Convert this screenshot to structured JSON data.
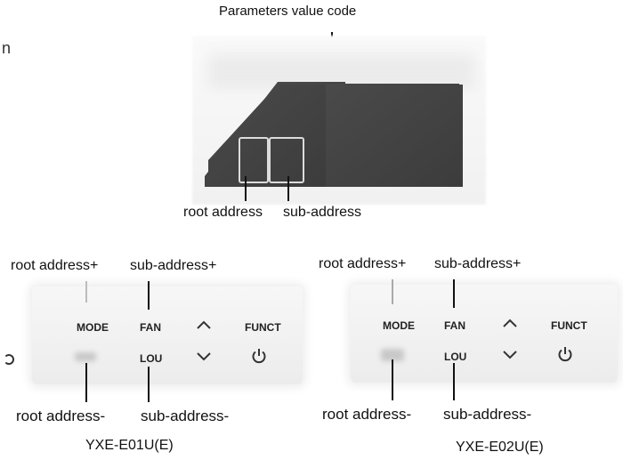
{
  "display": {
    "top_label": "Parameters value code",
    "root_label": "root address",
    "sub_label": "sub-address"
  },
  "left_panel": {
    "root_plus": "root address+",
    "sub_plus": "sub-address+",
    "root_minus": "root address-",
    "sub_minus": "sub-address-",
    "model": "YXE-E01U(E)",
    "keys": {
      "mode": "MODE",
      "fan": "FAN",
      "funct": "FUNCT",
      "lou": "LOU"
    }
  },
  "right_panel": {
    "root_plus": "root address+",
    "sub_plus": "sub-address+",
    "root_minus": "root address-",
    "sub_minus": "sub-address-",
    "model": "YXE-E02U(E)",
    "keys": {
      "mode": "MODE",
      "fan": "FAN",
      "funct": "FUNCT",
      "lou": "LOU"
    }
  },
  "edge_text": {
    "left_fragment": "n"
  },
  "colors": {
    "display": "#444444",
    "line": "#111111"
  }
}
